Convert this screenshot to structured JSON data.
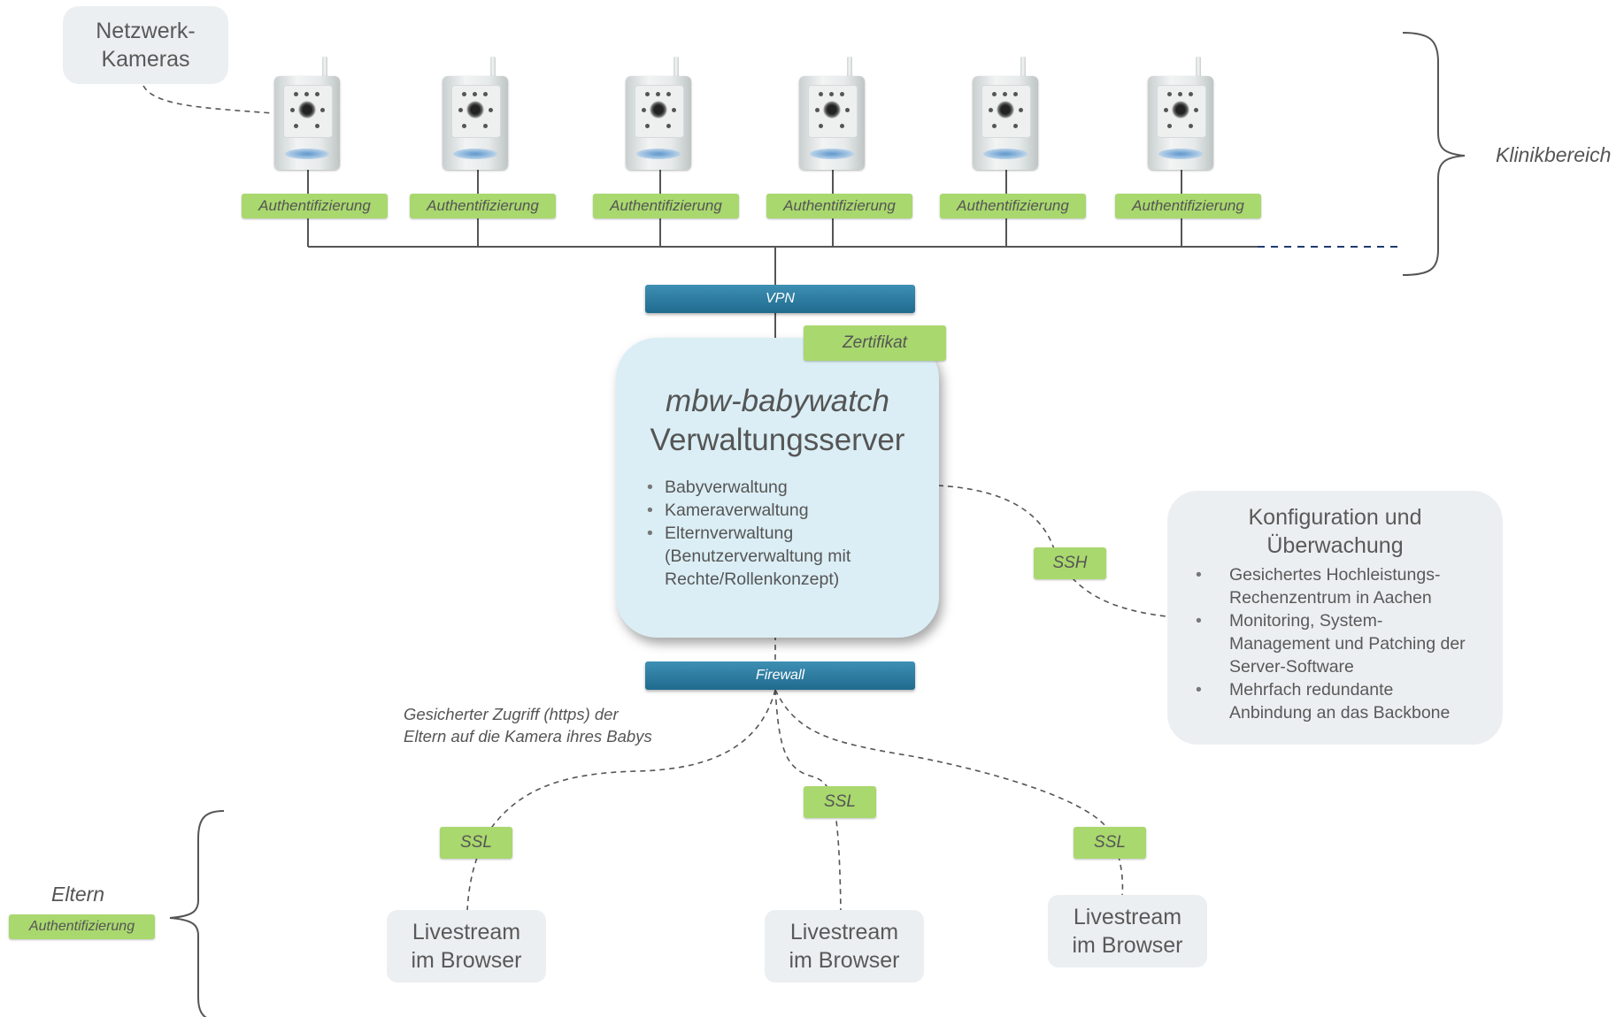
{
  "cameras_label": [
    "Netzwerk-",
    "Kameras"
  ],
  "clinic_label": "Klinikbereich",
  "camera_auth_labels": [
    "Authentifizierung",
    "Authentifizierung",
    "Authentifizierung",
    "Authentifizierung",
    "Authentifizierung",
    "Authentifizierung"
  ],
  "vpn_label": "VPN",
  "certificate_label": "Zertifikat",
  "server": {
    "product_name": "mbw-babywatch",
    "title": "Verwaltungsserver",
    "features": [
      "Babyverwaltung",
      "Kameraverwaltung",
      "Elternverwaltung",
      "(Benutzerverwaltung mit",
      "Rechte/Rollenkonzept)"
    ]
  },
  "ssh_label": "SSH",
  "config": {
    "title": [
      "Konfiguration und",
      "Überwachung"
    ],
    "items": [
      [
        "Gesichertes Hochleistungs-",
        "Rechenzentrum in Aachen"
      ],
      [
        "Monitoring, System-",
        "Management und Patching der",
        "Server-Software"
      ],
      [
        "Mehrfach redundante",
        "Anbindung an das Backbone"
      ]
    ]
  },
  "firewall_label": "Firewall",
  "access_note": [
    "Gesicherter Zugriff (https) der",
    "Eltern auf die Kamera ihres Babys"
  ],
  "ssl_labels": [
    "SSL",
    "SSL",
    "SSL"
  ],
  "parents_label": "Eltern",
  "parents_auth_label": "Authentifizierung",
  "livestreams": [
    [
      "Livestream",
      "im Browser"
    ],
    [
      "Livestream",
      "im Browser"
    ],
    [
      "Livestream",
      "im Browser"
    ]
  ],
  "colors": {
    "tag_green": "#a9d86e",
    "bar_blue": "#2a7aa0",
    "server_bg": "#dbeef5",
    "box_grey": "#eceff1",
    "line": "#555555",
    "dashed_blue": "#1f3b6e"
  }
}
